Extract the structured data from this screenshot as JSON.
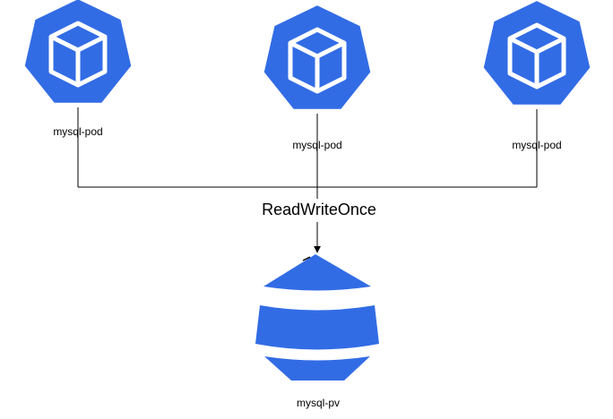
{
  "colors": {
    "icon_blue": "#326ce5",
    "icon_outline": "#ffffff",
    "line": "#000000",
    "background": "#ffffff"
  },
  "pods": [
    {
      "label": "mysql-pod",
      "icon": "kubernetes-pod-icon"
    },
    {
      "label": "mysql-pod",
      "icon": "kubernetes-pod-icon"
    },
    {
      "label": "mysql-pod",
      "icon": "kubernetes-pod-icon"
    }
  ],
  "volume": {
    "label": "mysql-pv",
    "icon": "kubernetes-persistent-volume-icon"
  },
  "connection": {
    "label": "ReadWriteOnce"
  }
}
